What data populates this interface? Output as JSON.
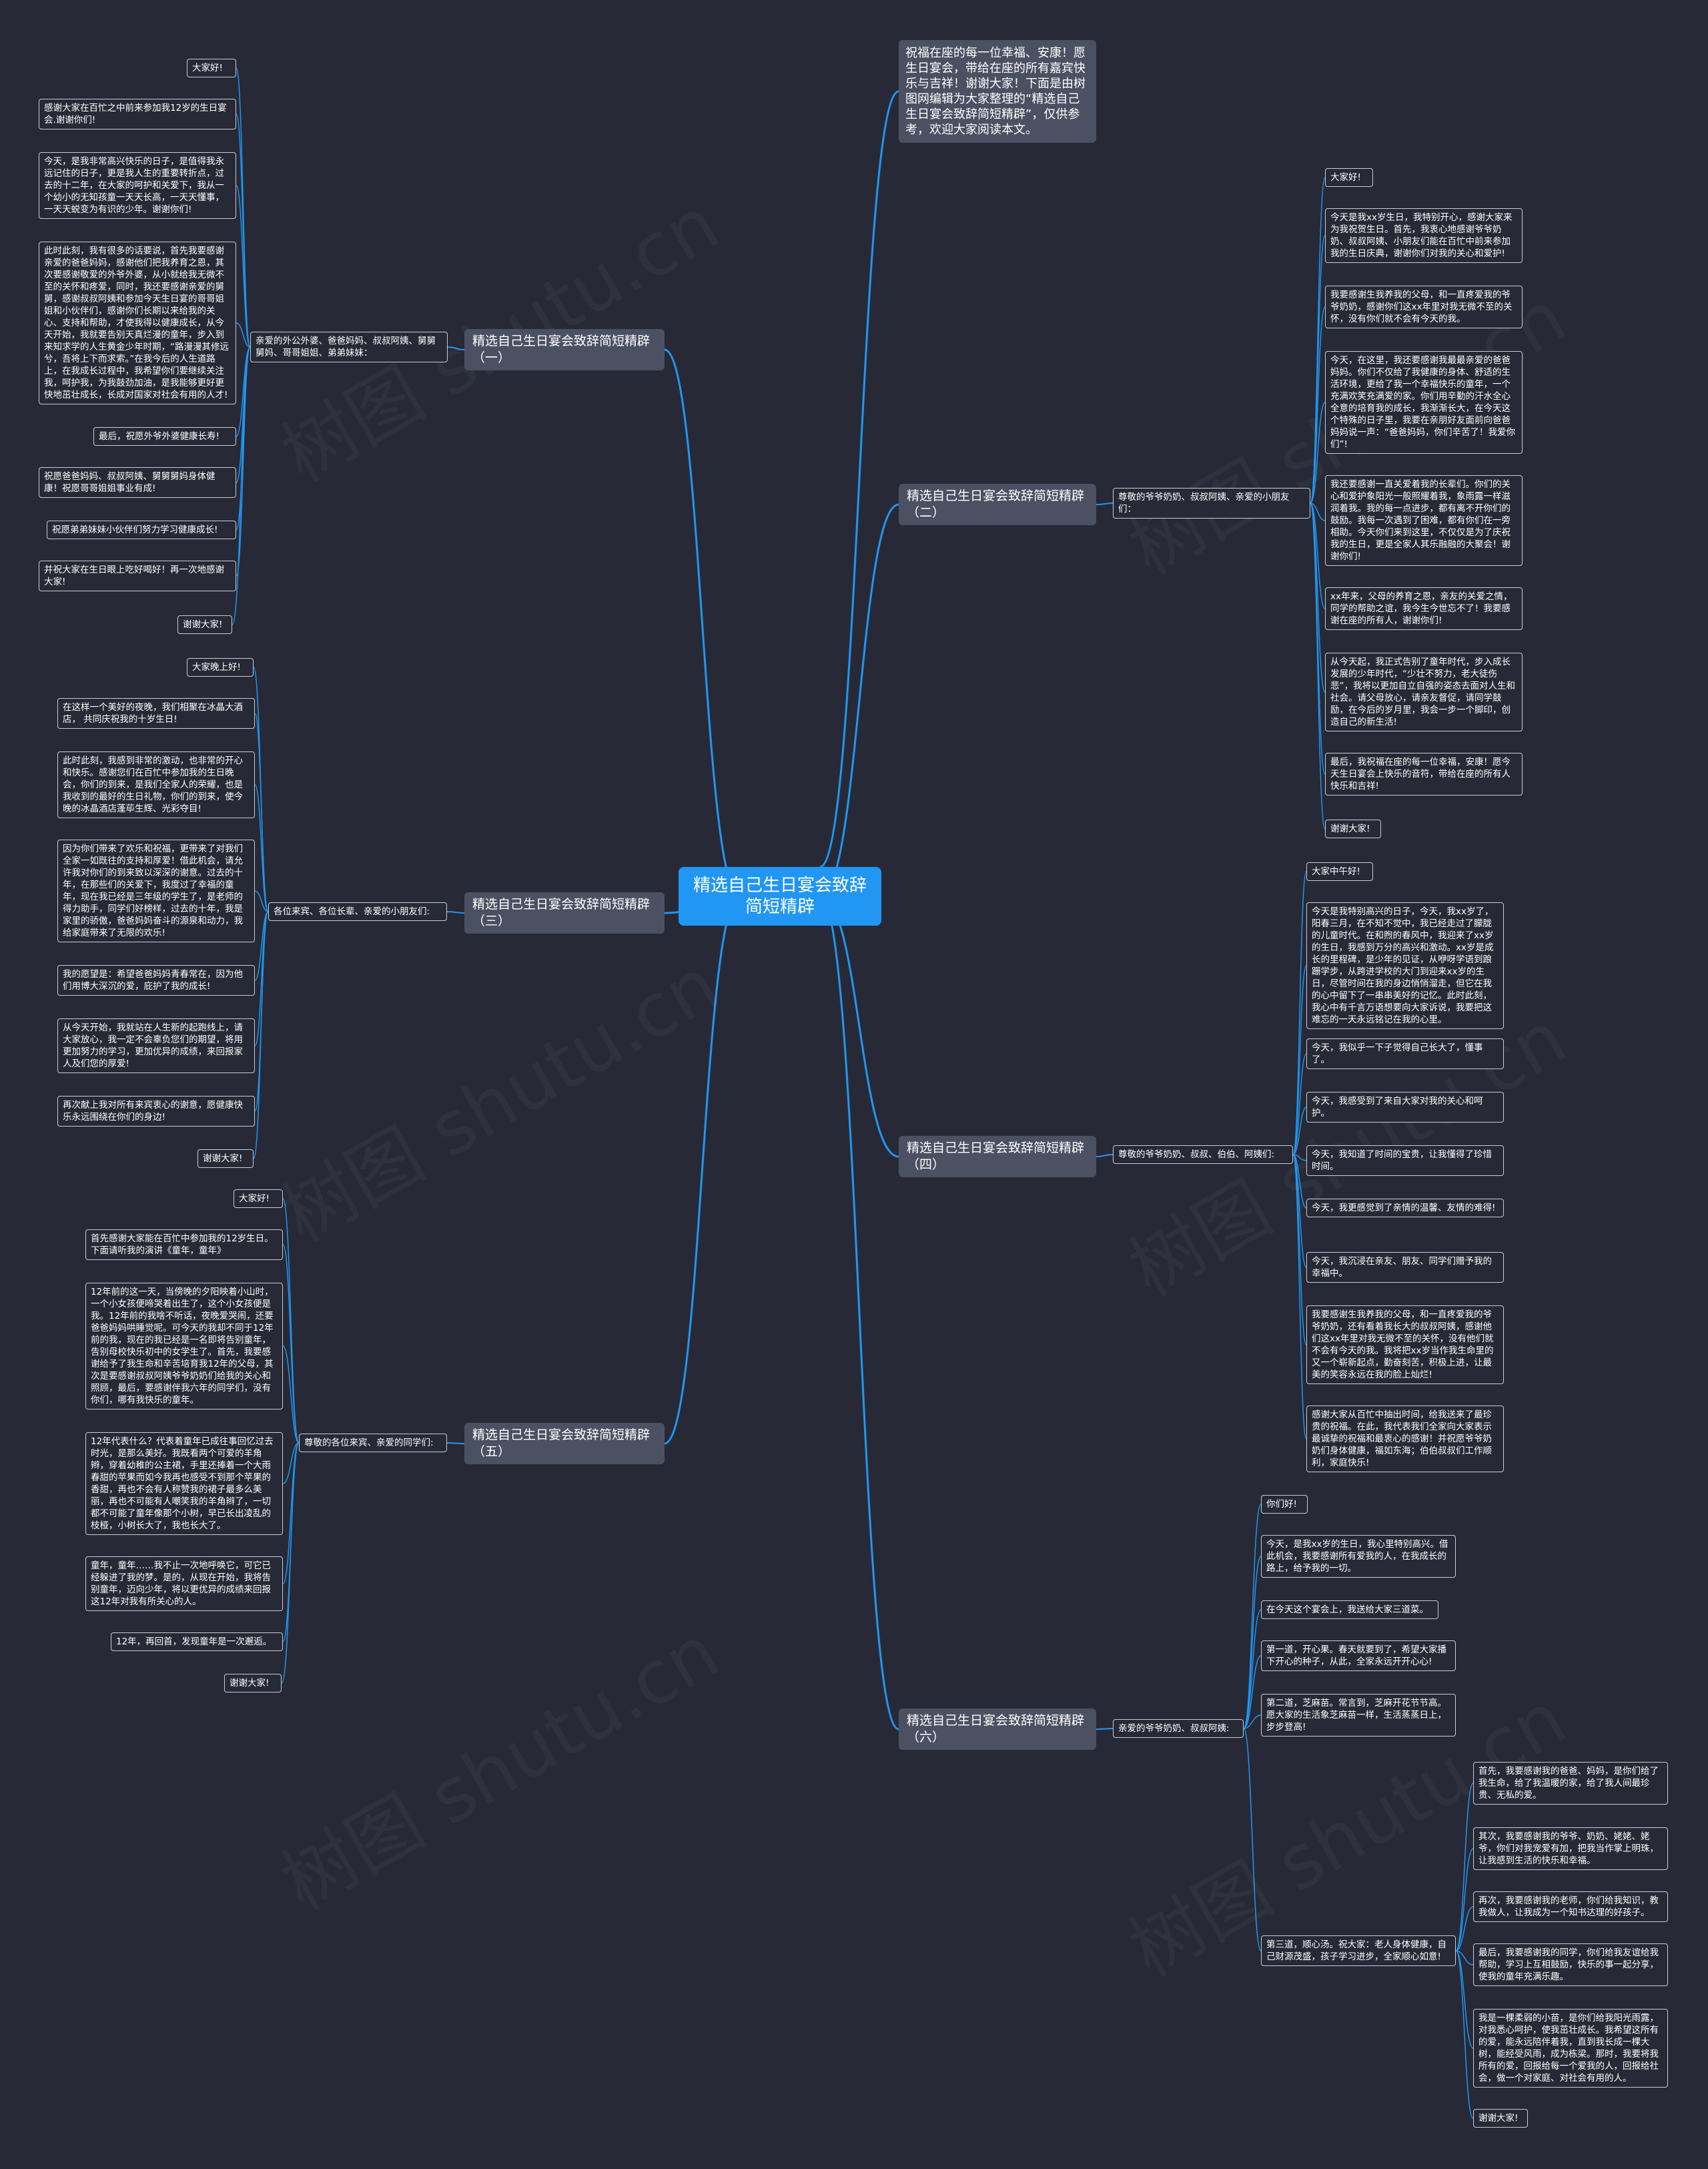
{
  "colors": {
    "background": "#272a36",
    "root": "#2196f3",
    "branch": "#4b5062",
    "link": "#2196f3",
    "leaf_border": "#c9ccd6"
  },
  "root": "精选自己生日宴会致辞简短精辟",
  "intro": "祝福在座的每一位幸福、安康！愿生日宴会，带给在座的所有嘉宾快乐与吉祥！谢谢大家！下面是由树图网编辑为大家整理的“精选自己生日宴会致辞简短精辟”，仅供参考，欢迎大家阅读本文。",
  "branches": [
    {
      "title": "精选自己生日宴会致辞简短精辟（一）",
      "greeting": "亲爱的外公外婆、爸爸妈妈、叔叔阿姨、舅舅舅妈、哥哥姐姐、弟弟妹妹：",
      "leaves": [
        "大家好!",
        "感谢大家在百忙之中前来参加我12岁的生日宴会.谢谢你们!",
        "今天，是我非常高兴快乐的日子，是值得我永远记住的日子，更是我人生的重要转折点，过去的十二年，在大家的呵护和关爱下，我从一个幼小的无知孩童一天天长高，一天天懂事，一天天蜕变为有识的少年。谢谢你们!",
        "此时此刻，我有很多的话要说，首先我要感谢亲爱的爸爸妈妈，感谢他们把我养育之恩，其次要感谢敬爱的外爷外婆，从小就给我无微不至的关怀和疼爱，同时，我还要感谢亲爱的舅舅，感谢叔叔阿姨和参加今天生日宴的哥哥姐姐和小伙伴们，感谢你们长期以来给我的关心、支持和帮助，才使我得以健康成长，从今天开始，我就要告别天真烂漫的童年，步入到来知求学的人生黄金少年时期，“路漫漫其修远兮，吾将上下而求索。”在我今后的人生道路上，在我成长过程中，我希望你们要继续关注我，呵护我，为我鼓劲加油，是我能够更好更快地茁壮成长，长成对国家对社会有用的人才!",
        "最后，祝愿外爷外婆健康长寿!",
        "祝愿爸爸妈妈、叔叔阿姨、舅舅舅妈身体健康！祝愿哥哥姐姐事业有成!",
        "祝愿弟弟妹妹小伙伴们努力学习健康成长!",
        "并祝大家在生日眼上吃好喝好！再一次地感谢大家!",
        "谢谢大家!"
      ]
    },
    {
      "title": "精选自己生日宴会致辞简短精辟（二）",
      "greeting": "尊敬的爷爷奶奶、叔叔阿姨、亲爱的小朋友们：",
      "leaves": [
        "大家好!",
        "今天是我xx岁生日，我特别开心，感谢大家来为我祝贺生日。首先，我衷心地感谢爷爷奶奶、叔叔阿姨、小朋友们能在百忙中前来参加我的生日庆典，谢谢你们对我的关心和爱护!",
        "我要感谢生我养我的父母，和一直疼爱我的爷爷奶奶，感谢你们这xx年里对我无微不至的关怀，没有你们就不会有今天的我。",
        "今天，在这里，我还要感谢我最最亲爱的爸爸妈妈。你们不仅给了我健康的身体、舒适的生活环境，更给了我一个幸福快乐的童年，一个充满欢笑充满爱的家。你们用辛勤的汗水全心全意的培育我的成长，我渐渐长大，在今天这个特殊的日子里，我要在亲朋好友面前向爸爸妈妈说一声：“爸爸妈妈，你们辛苦了！我爱你们”!",
        "我还要感谢一直关爱着我的长辈们。你们的关心和爱护象阳光一般照耀着我，象雨露一样滋润着我。我的每一点进步，都有离不开你们的鼓励。我每一次遇到了困难，都有你们在一旁相助。今天你们来到这里，不仅仅是为了庆祝我的生日，更是全家人其乐融融的大聚会！谢谢你们!",
        "xx年来，父母的养育之恩，亲友的关爱之情，同学的帮助之谊，我今生今世忘不了！我要感谢在座的所有人，谢谢你们!",
        "从今天起，我正式告别了童年时代，步入成长发展的少年时代，“少壮不努力，老大徒伤悲”，我将以更加自立自强的姿态去面对人生和社会。请父母放心，请亲友督促，请同学鼓励，在今后的岁月里，我会一步一个脚印，创造自己的新生活!",
        "最后，我祝福在座的每一位幸福，安康！愿今天生日宴会上快乐的音符，带给在座的所有人快乐和吉祥!",
        "谢谢大家!"
      ]
    },
    {
      "title": "精选自己生日宴会致辞简短精辟（三）",
      "greeting": "各位来宾、各位长辈、亲爱的小朋友们:",
      "leaves": [
        "大家晚上好!",
        "在这样一个美好的夜晚，我们相聚在冰晶大酒店， 共同庆祝我的十岁生日!",
        "此时此刻，我感到非常的激动，也非常的开心和快乐。感谢您们在百忙中参加我的生日晚会，你们的到来，是我们全家人的荣耀，也是我收到的最好的生日礼物，你们的到来，使今晚的冰晶酒店蓬荜生辉、光彩夺目!",
        "因为你们带来了欢乐和祝福，更带来了对我们全家一如既往的支持和厚爱！借此机会，请允许我对你们的到来致以深深的谢意。过去的十年，在那些们的关爱下，我度过了幸福的童年，现在我已经是三年级的学生了，是老师的得力助手，同学们好榜样，过去的十年，我是家里的骄傲，爸爸妈妈奋斗的源泉和动力，我给家庭带来了无限的欢乐!",
        "我的愿望是：希望爸爸妈妈青春常在，因为他们用博大深沉的爱，庇护了我的成长!",
        "从今天开始，我就站在人生新的起跑线上，请大家放心，我一定不会辜负您们的期望，将用更加努力的学习，更加优异的成绩，来回报家人及们您的厚爱!",
        "再次献上我对所有来宾衷心的谢意，愿健康快乐永远围绕在你们的身边!",
        "谢谢大家!"
      ]
    },
    {
      "title": "精选自己生日宴会致辞简短精辟（四）",
      "greeting": "尊敬的爷爷奶奶、叔叔、伯伯、阿姨们:",
      "leaves": [
        "大家中午好!",
        "今天是我特别高兴的日子，今天，我xx岁了，阳春三月，在不知不觉中，我已经走过了朦胧的儿童时代。在和煦的春风中，我迎来了xx岁的生日，我感到万分的高兴和激动。xx岁是成长的里程碑，是少年的见证，从咿呀学语到踉跚学步，从跨进学校的大门到迎来xx岁的生日，尽管时间在我的身边悄悄溜走，但它在我的心中留下了一串串美好的记忆。此时此刻，我心中有千言万语想要向大家诉说，我要把这难忘的一天永远铭记在我的心里。",
        "今天，我似乎一下子觉得自己长大了，懂事了。",
        "今天，我感受到了来自大家对我的关心和呵护。",
        "今天，我知道了时间的宝贵，让我懂得了珍惜时间。",
        "今天，我更感觉到了亲情的温馨、友情的难得!",
        "今天，我沉浸在亲友、朋友、同学们赠予我的幸福中。",
        "我要感谢生我养我的父母，和一直疼爱我的爷爷奶奶，还有看着我长大的叔叔阿姨，感谢他们这xx年里对我无微不至的关怀，没有他们就不会有今天的我。我将把xx岁当作我生命里的又一个崭新起点，勤奋刻苦，积极上进，让最美的笑容永远在我的脸上灿烂!",
        "感谢大家从百忙中抽出时间，给我送来了最珍贵的祝福。在此，我代表我们全家向大家表示最诚挚的祝福和最衷心的感谢！并祝愿爷爷奶奶们身体健康，福如东海；伯伯叔叔们工作顺利，家庭快乐!"
      ]
    },
    {
      "title": "精选自己生日宴会致辞简短精辟（五）",
      "greeting": "尊敬的各位来宾、亲爱的同学们:",
      "leaves": [
        "大家好!",
        "首先感谢大家能在百忙中参加我的12岁生日。下面请听我的演讲《童年，童年》",
        "12年前的这一天，当傍晚的夕阳映着小山时，一个小女孩便啼哭着出生了，这个小女孩便是我。12年前的我啥不听话，夜晚爱哭闹，还要爸爸妈妈哄睡觉呢。可今天的我却不同于12年前的我，现在的我已经是一名即将告别童年，告别母校快乐初中的女学生了。首先，我要感谢给予了我生命和辛苦培育我12年的父母，其次是要感谢叔叔阿姨爷爷奶奶们给我的关心和照顾，最后，要感谢伴我六年的同学们，没有你们，哪有我快乐的童年。",
        "12年代表什么？代表着童年已成往事回忆过去时光，是那么美好。我既看两个可爱的羊角辫，穿着幼稚的公主裙，手里还捧着一个大雨春甜的苹果而如今我再也感受不到那个苹果的香甜，再也不会有人称赞我的裙子最多么美丽，再也不可能有人嘲笑我的羊角辫了，一切都不可能了童年像那个小树，早已长出凌乱的枝桠，小树长大了，我也长大了。",
        "童年，童年……我不止一次地呼唤它，可它已经躲进了我的梦。是的，从现在开始，我将告别童年，迈向少年，将以更优异的成绩来回报这12年对我有所关心的人。",
        "12年，再回首，发现童年是一次邂逅。",
        "谢谢大家!"
      ]
    },
    {
      "title": "精选自己生日宴会致辞简短精辟（六）",
      "greeting": "亲爱的爷爷奶奶、叔叔阿姨:",
      "leaves": [
        "你们好!",
        "今天，是我xx岁的生日，我心里特别高兴。借此机会，我要感谢所有爱我的人，在我成长的路上，给予我的一切。",
        "在今天这个宴会上，我送给大家三道菜。",
        "第一道，开心果。春天就要到了，希望大家播下开心的种子，从此，全家永远开开心心!",
        "第二道，芝麻苗。常言到，芝麻开花节节高。愿大家的生活象芝麻苗一样，生活蒸蒸日上，步步登高!",
        "第三道，顺心汤。祝大家：老人身体健康，自己财源茂盛，孩子学习进步，全家顺心如意!"
      ],
      "sub_leaves": [
        "首先，我要感谢我的爸爸、妈妈，是你们给了我生命，给了我温暖的家，给了我人间最珍贵、无私的爱。",
        "其次，我要感谢我的爷爷、奶奶、姥姥、姥爷，你们对我宠爱有加，把我当作掌上明珠，让我感到生活的快乐和幸福。",
        "再次，我要感谢我的老师，你们给我知识，教我做人，让我成为一个知书达理的好孩子。",
        "最后，我要感谢我的同学，你们给我友谊给我帮助，学习上互相鼓励，快乐的事一起分享，使我的童年充满乐趣。",
        "我是一棵柔弱的小苗，是你们给我阳光雨露，对我悉心呵护，使我茁壮成长。我希望这所有的爱，能永远陪伴着我，直到我长成一棵大树，能经受风雨，成为栋梁。那时，我要将我所有的爱，回报给每一个爱我的人，回报给社会，做一个对家庭、对社会有用的人。",
        "谢谢大家!"
      ]
    }
  ]
}
